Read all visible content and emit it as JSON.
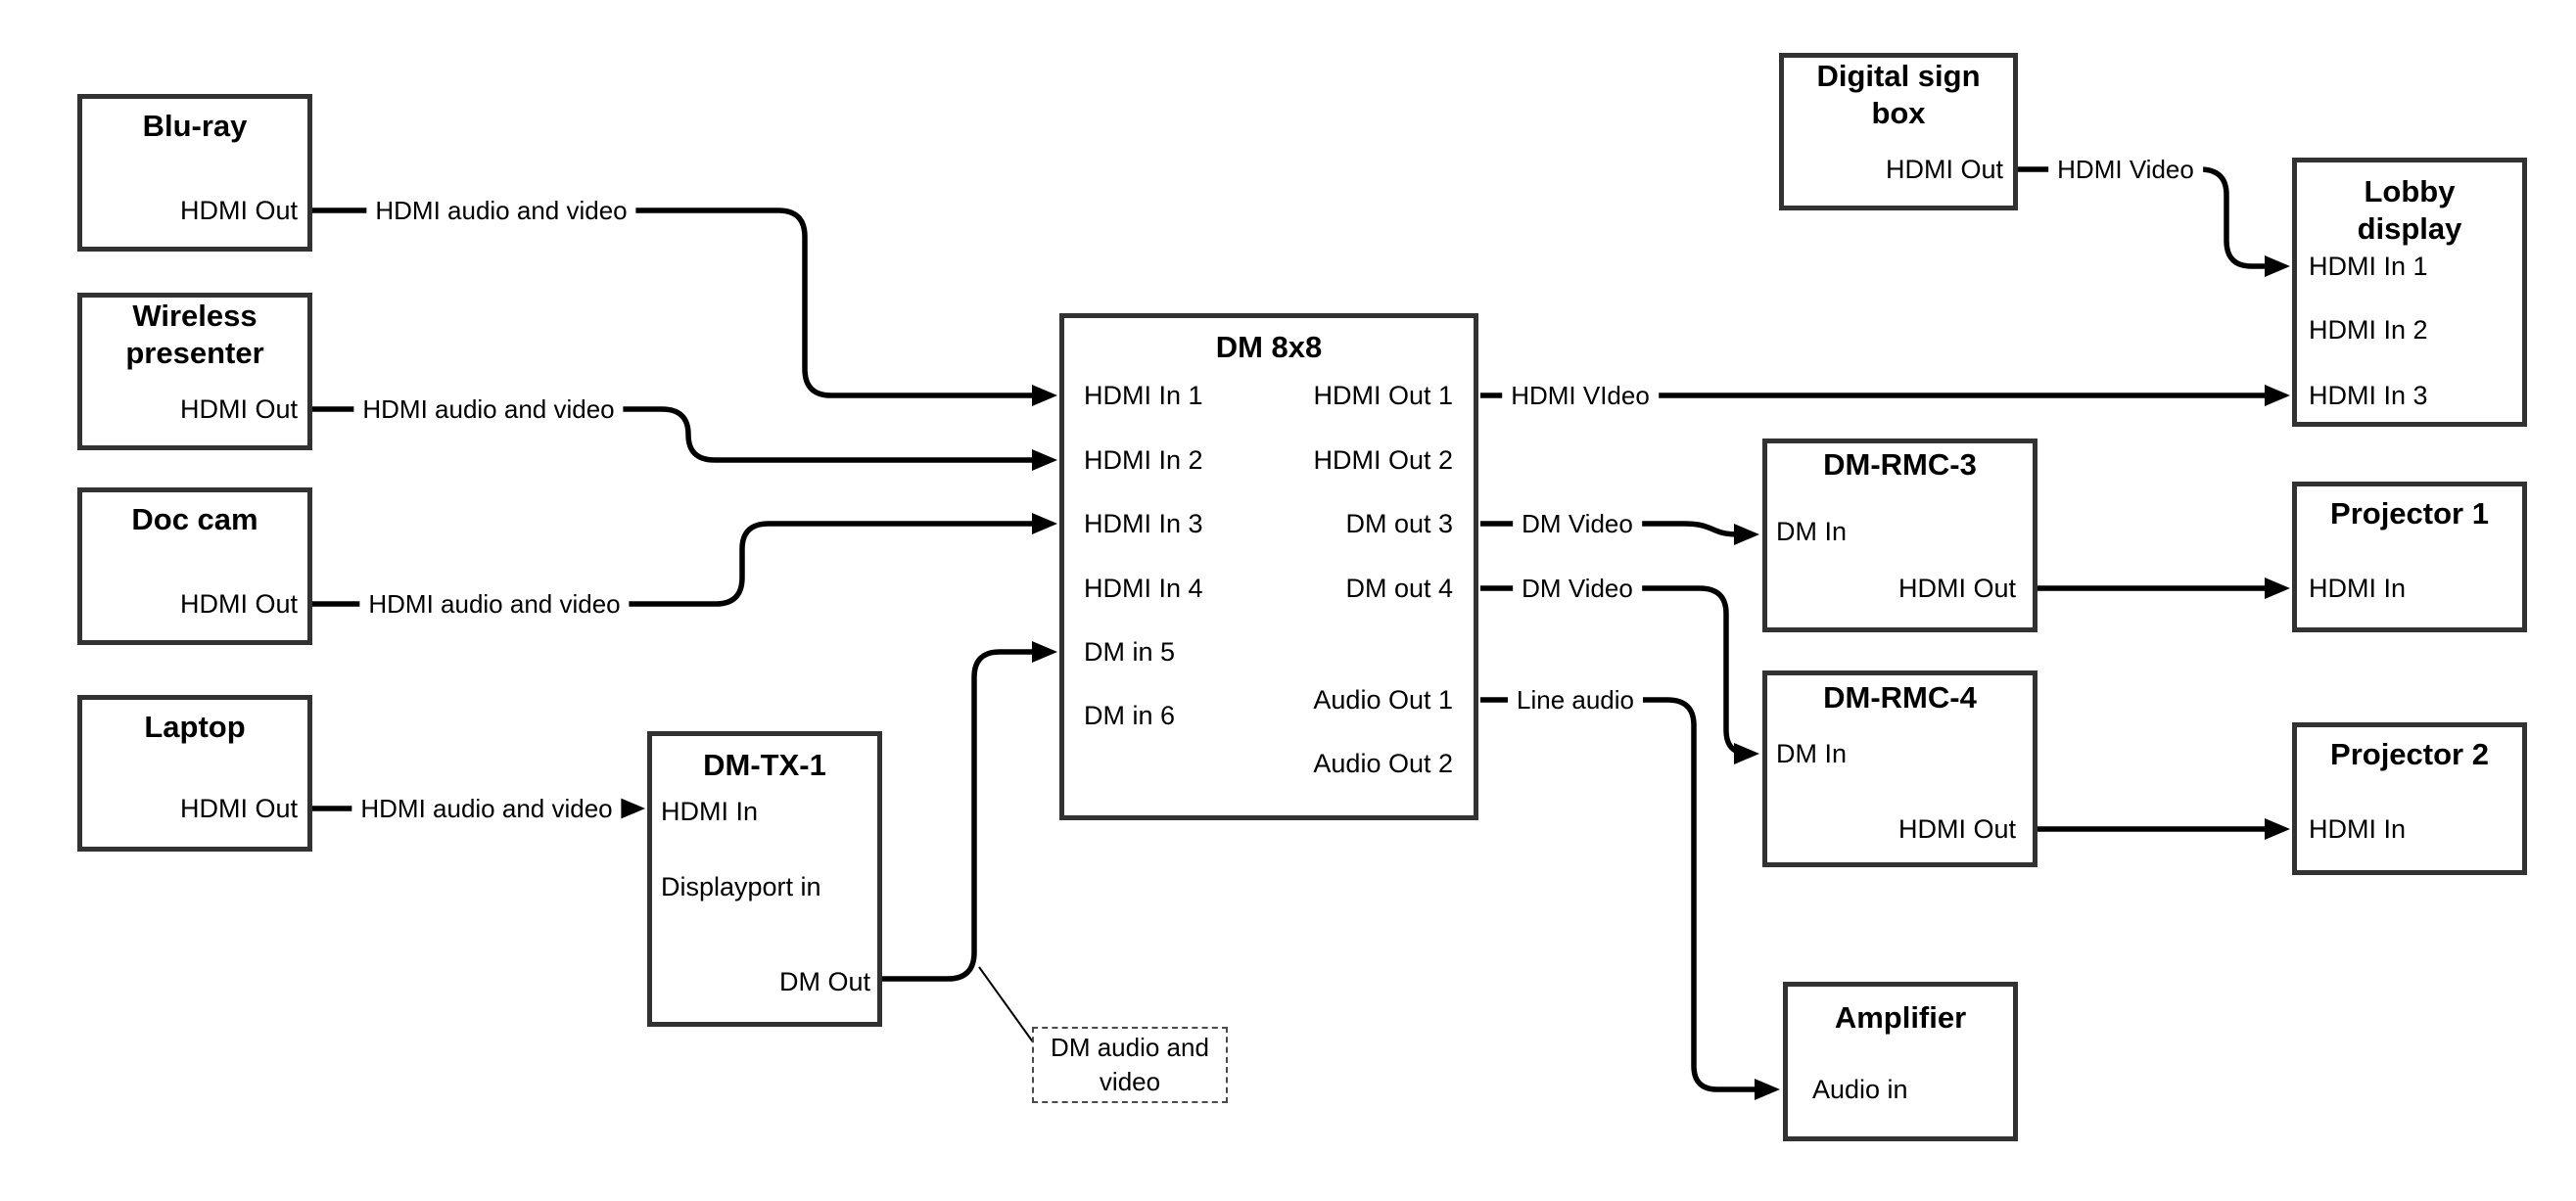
{
  "diagram_type": "av-signal-flow-diagram",
  "colors": {
    "background": "#ffffff",
    "box_border": "#323232",
    "wire": "#000000",
    "text": "#000000"
  },
  "nodes": [
    {
      "id": "bluray",
      "title": "Blu-ray",
      "ports": [
        "HDMI Out"
      ]
    },
    {
      "id": "wireless",
      "title": "Wireless presenter",
      "ports": [
        "HDMI Out"
      ]
    },
    {
      "id": "doccam",
      "title": "Doc cam",
      "ports": [
        "HDMI Out"
      ]
    },
    {
      "id": "laptop",
      "title": "Laptop",
      "ports": [
        "HDMI Out"
      ]
    },
    {
      "id": "dmtx1",
      "title": "DM-TX-1",
      "ports": [
        "HDMI In",
        "Displayport in",
        "DM Out"
      ]
    },
    {
      "id": "dm8x8",
      "title": "DM 8x8",
      "inputs": [
        "HDMI In 1",
        "HDMI In 2",
        "HDMI In 3",
        "HDMI In 4",
        "DM in 5",
        "DM in 6"
      ],
      "outputs": [
        "HDMI Out 1",
        "HDMI Out 2",
        "DM out 3",
        "DM out 4",
        "Audio Out 1",
        "Audio Out 2"
      ]
    },
    {
      "id": "digitalsign",
      "title": "Digital sign box",
      "ports": [
        "HDMI Out"
      ]
    },
    {
      "id": "lobby",
      "title": "Lobby display",
      "ports": [
        "HDMI In 1",
        "HDMI In 2",
        "HDMI In 3"
      ]
    },
    {
      "id": "dmrmc3",
      "title": "DM-RMC-3",
      "ports": [
        "DM In",
        "HDMI Out"
      ]
    },
    {
      "id": "proj1",
      "title": "Projector 1",
      "ports": [
        "HDMI In"
      ]
    },
    {
      "id": "dmrmc4",
      "title": "DM-RMC-4",
      "ports": [
        "DM In",
        "HDMI Out"
      ]
    },
    {
      "id": "proj2",
      "title": "Projector 2",
      "ports": [
        "HDMI In"
      ]
    },
    {
      "id": "amplifier",
      "title": "Amplifier",
      "ports": [
        "Audio in"
      ]
    }
  ],
  "connections": [
    {
      "from": "Blu-ray HDMI Out",
      "to": "DM 8x8 HDMI In 1",
      "label": "HDMI audio and video"
    },
    {
      "from": "Wireless presenter HDMI Out",
      "to": "DM 8x8 HDMI In 2",
      "label": "HDMI audio and video"
    },
    {
      "from": "Doc cam HDMI Out",
      "to": "DM 8x8 HDMI In 3",
      "label": "HDMI audio and video"
    },
    {
      "from": "Laptop HDMI Out",
      "to": "DM-TX-1 HDMI In",
      "label": "HDMI audio and video"
    },
    {
      "from": "DM-TX-1 DM Out",
      "to": "DM 8x8 DM in 5",
      "label": ""
    },
    {
      "from": "DM 8x8 HDMI Out 1",
      "to": "Lobby display HDMI In 3",
      "label": "HDMI VIdeo"
    },
    {
      "from": "Digital sign box HDMI Out",
      "to": "Lobby display HDMI In 1",
      "label": "HDMI Video"
    },
    {
      "from": "DM 8x8 DM out 3",
      "to": "DM-RMC-3 DM In",
      "label": "DM Video"
    },
    {
      "from": "DM 8x8 DM out 4",
      "to": "DM-RMC-4 DM In",
      "label": "DM Video"
    },
    {
      "from": "DM 8x8 Audio Out 1",
      "to": "Amplifier Audio in",
      "label": "Line audio"
    },
    {
      "from": "DM-RMC-3 HDMI Out",
      "to": "Projector 1 HDMI In",
      "label": ""
    },
    {
      "from": "DM-RMC-4 HDMI Out",
      "to": "Projector 2 HDMI In",
      "label": ""
    }
  ],
  "note": {
    "text": "DM audio and video"
  }
}
